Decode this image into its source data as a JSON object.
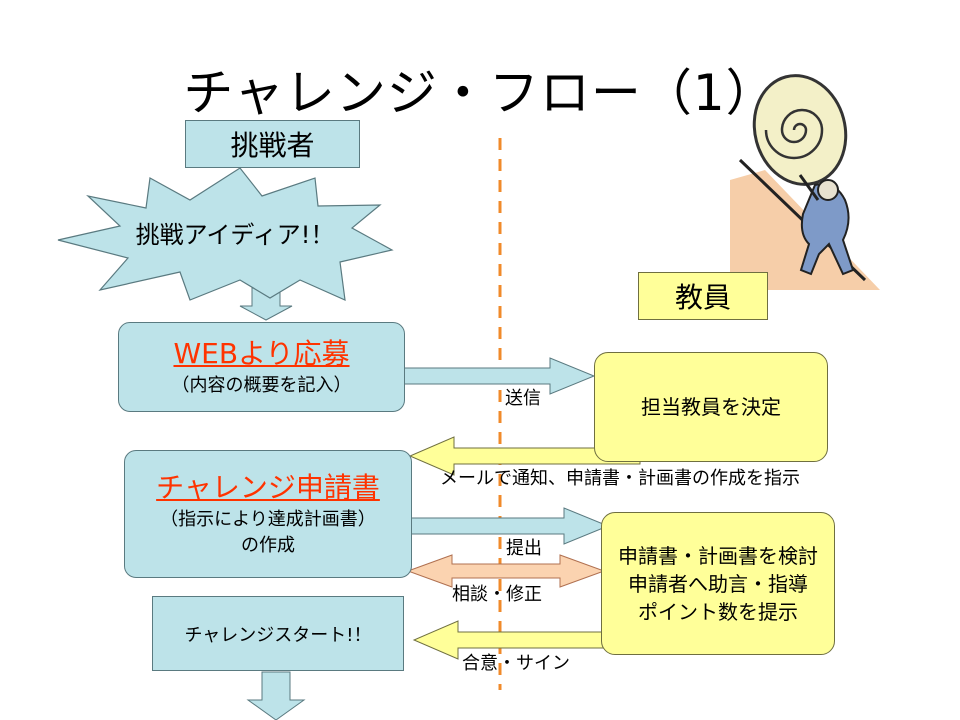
{
  "title": "チャレンジ・フロー（1）",
  "lanes": {
    "challenger": "挑戦者",
    "teacher": "教員"
  },
  "idea_burst": "挑戦アイディア!！",
  "web_apply": {
    "title": "WEBより応募",
    "subtitle": "（内容の概要を記入）"
  },
  "application": {
    "title": "チャレンジ申請書",
    "line1": "（指示により達成計画書）",
    "line2": "の作成"
  },
  "start": "チャレンジスタート!！",
  "decide_teacher": "担当教員を決定",
  "review": {
    "line1": "申請書・計画書を検討",
    "line2": "申請者へ助言・指導",
    "line3": "ポイント数を提示"
  },
  "arrow_labels": {
    "send": "送信",
    "notify": "メールで通知、申請書・計画書の作成を指示",
    "submit": "提出",
    "consult": "相談・修正",
    "agree": "合意・サイン"
  },
  "colors": {
    "teal_box": "#bde3e9",
    "yellow_box": "#ffff99",
    "accent_red": "#ff3300",
    "dashed_line": "#f08a2a",
    "consult_arrow": "#fbd3b0"
  }
}
